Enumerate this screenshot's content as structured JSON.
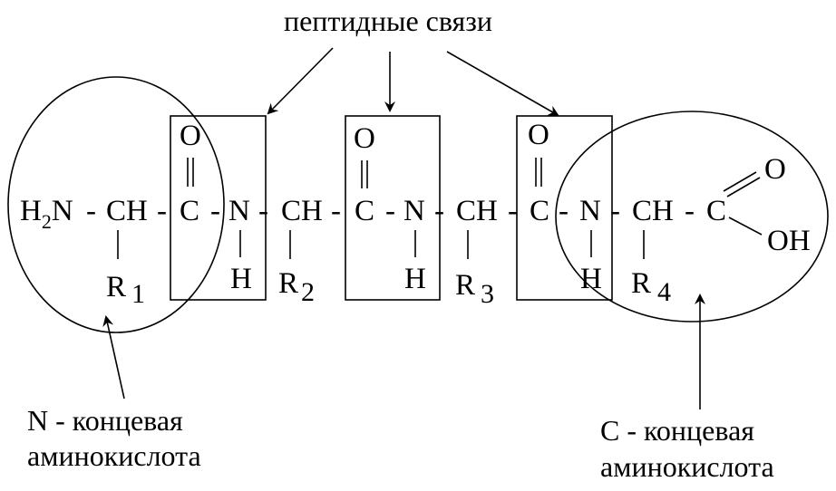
{
  "title": "пептидные связи",
  "n_terminal_label": [
    "N - концевая",
    "аминокислота"
  ],
  "c_terminal_label": [
    "С - концевая",
    "аминокислота"
  ],
  "chain": {
    "h2n": [
      "H",
      "2",
      "N"
    ],
    "ch": "CH",
    "c": "C",
    "n": "N",
    "o": "O",
    "h": "H",
    "dash": "-",
    "oh": "OH",
    "r": "R",
    "r_subscripts": [
      "1",
      "2",
      "3",
      "4"
    ]
  }
}
